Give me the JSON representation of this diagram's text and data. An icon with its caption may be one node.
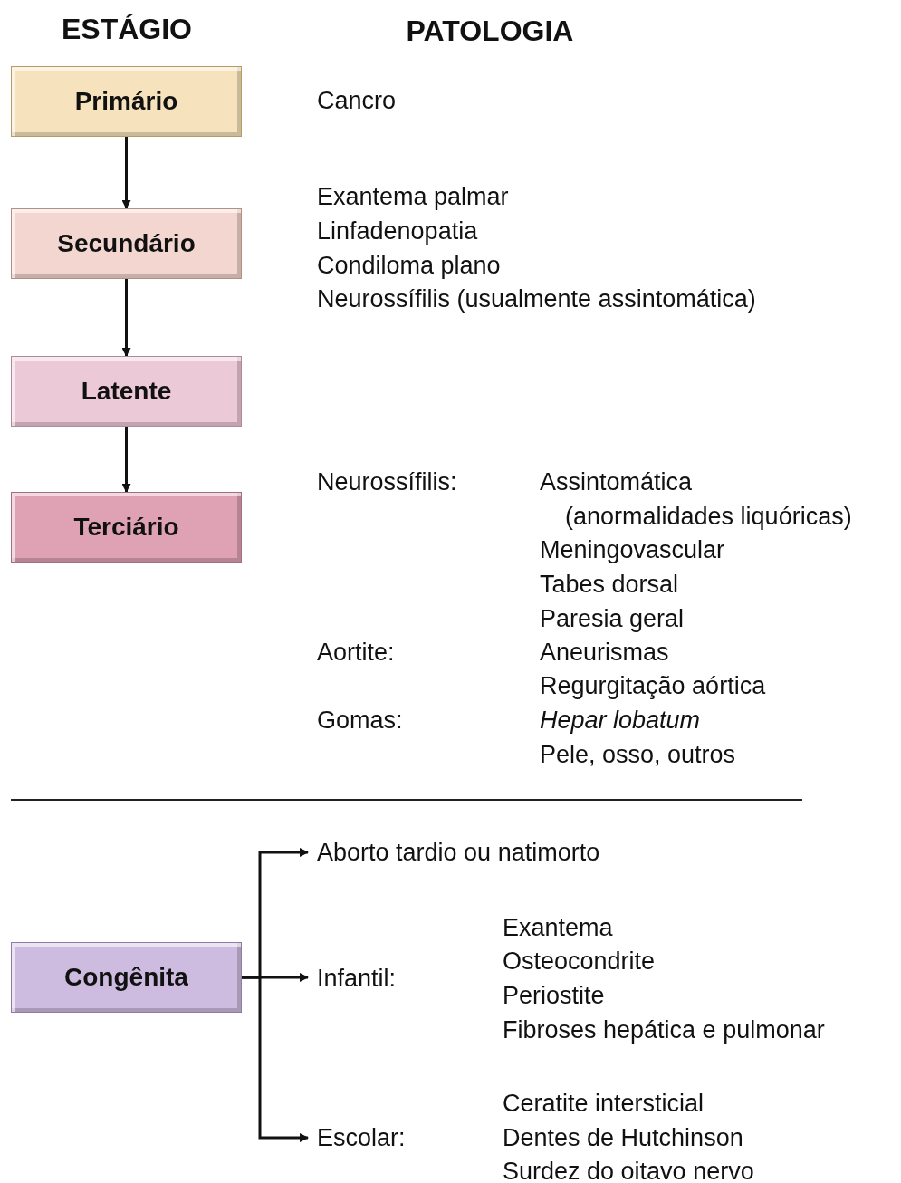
{
  "diagram": {
    "nodes": [
      {
        "text": [
          "Primário"
        ]
      },
      {
        "text": [
          "Secundário"
        ]
      },
      {
        "text": [
          "Latente"
        ]
      },
      {
        "text": [
          "Terciário"
        ]
      },
      {
        "text": [
          "Congênita"
        ]
      },
      {
        "text": [
          "Aborto tardio ou natimorto"
        ]
      },
      {
        "text": [
          "Infantil:"
        ]
      },
      {
        "text": [
          "Escolar:"
        ]
      }
    ],
    "edges": [
      {
        "from": 0,
        "to": 1,
        "arrow": "to"
      },
      {
        "from": 1,
        "to": 2,
        "arrow": "to"
      },
      {
        "from": 2,
        "to": 3,
        "arrow": "to"
      },
      {
        "from": 4,
        "to": 5,
        "arrow": "to"
      },
      {
        "from": 4,
        "to": 6,
        "arrow": "to"
      },
      {
        "from": 4,
        "to": 7,
        "arrow": "to"
      }
    ],
    "labels": [
      "ESTÁGIO",
      "PATOLOGIA",
      "Cancro",
      "Exantema palmar",
      "Linfadenopatia",
      "Condiloma plano",
      "Neurossífilis (usualmente assintomática)",
      "Neurossífilis:",
      "Assintomática (anormalidades liquóricas)",
      "Meningovascular",
      "Tabes dorsal",
      "Paresia geral",
      "Aortite:",
      "Aneurismas",
      "Regurgitação aórtica",
      "Gomas:",
      "Hepar lobatum",
      "Pele, osso, outros",
      "Exantema",
      "Osteocondrite",
      "Periostite",
      "Fibroses hepática e pulmonar",
      "Ceratite intersticial",
      "Dentes de Hutchinson",
      "Surdez do oitavo nervo"
    ]
  }
}
